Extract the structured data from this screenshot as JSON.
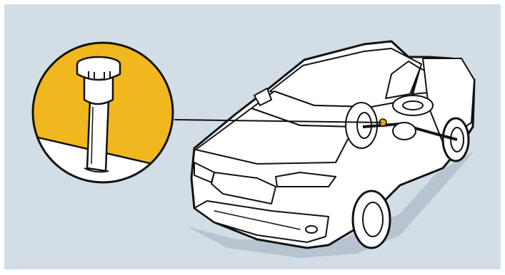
{
  "illustration": {
    "background_color": "#d3dde5",
    "frame_color": "#ffffff",
    "callout_fill": "#f0b81e",
    "outline_color": "#111111",
    "part_highlight_color": "#f0a21a",
    "subject": "pickup-truck",
    "detail_part": "axle-breather-cap",
    "icons": [
      "pickup-truck-icon",
      "breather-cap-icon",
      "callout-circle",
      "leader-line"
    ]
  }
}
